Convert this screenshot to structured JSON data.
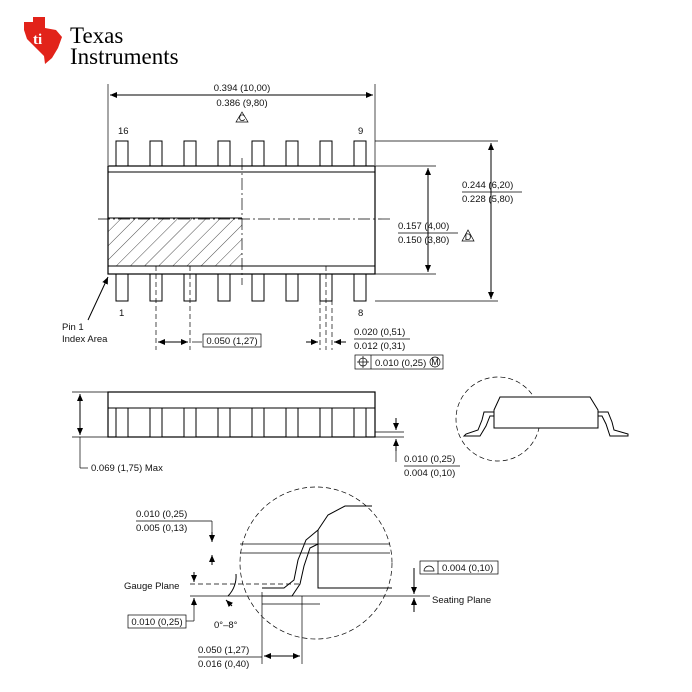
{
  "brand": {
    "line1": "Texas",
    "line2": "Instruments",
    "logo_color": "#e2231a"
  },
  "top_view": {
    "length_max": "0.394 (10,00)",
    "length_min": "0.386 (9,80)",
    "length_note": "C",
    "pin_16": "16",
    "pin_9": "9",
    "pin_1": "1",
    "pin_8": "8",
    "width_max": "0.244 (6,20)",
    "width_min": "0.228 (5,80)",
    "body_width_max": "0.157 (4,00)",
    "body_width_min": "0.150 (3,80)",
    "body_width_note": "D",
    "index_area_line1": "Pin 1",
    "index_area_line2": "Index Area",
    "pitch": "0.050 (1,27)",
    "lead_width_max": "0.020 (0,51)",
    "lead_width_min": "0.012 (0,31)",
    "position_tolerance": "0.010 (0,25)",
    "position_modifier": "M"
  },
  "side_view": {
    "height_max": "0.069 (1,75) Max",
    "standoff_max": "0.010 (0,25)",
    "standoff_min": "0.004 (0,10)"
  },
  "detail_view": {
    "lead_thick_max": "0.010 (0,25)",
    "lead_thick_min": "0.005 (0,13)",
    "gauge_plane_label": "Gauge Plane",
    "gauge_offset": "0.010 (0,25)",
    "angle": "0°–8°",
    "coplanarity": "0.004 (0,10)",
    "seating_plane_label": "Seating Plane",
    "foot_max": "0.050 (1,27)",
    "foot_min": "0.016 (0,40)"
  }
}
